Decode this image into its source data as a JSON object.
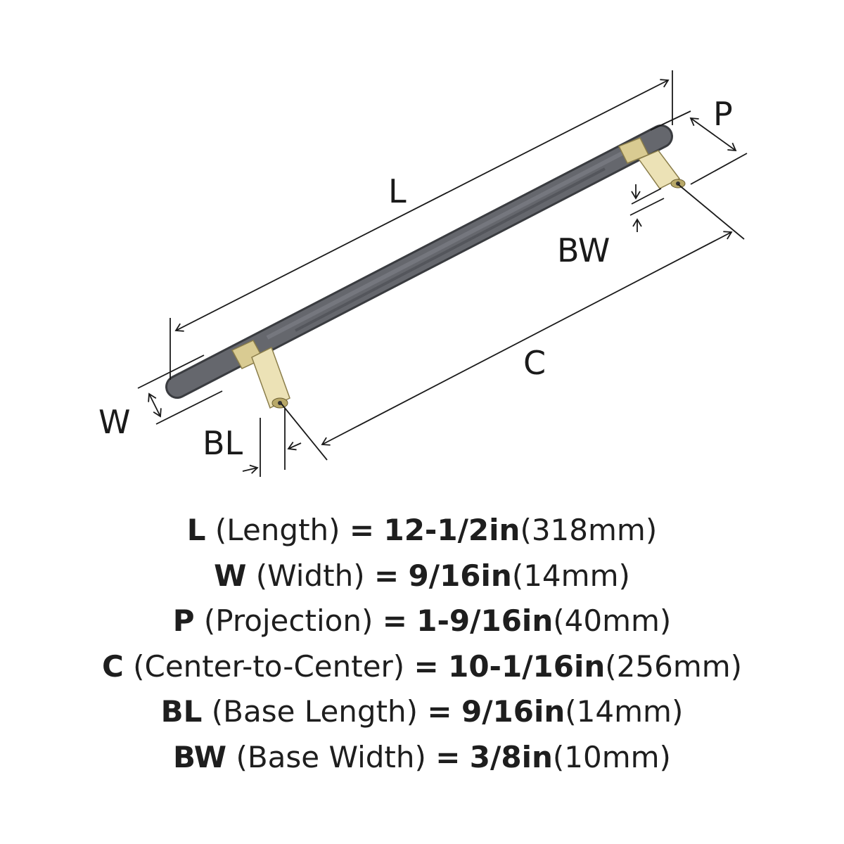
{
  "diagram": {
    "labels": {
      "L": "L",
      "W": "W",
      "P": "P",
      "C": "C",
      "BL": "BL",
      "BW": "BW"
    },
    "colors": {
      "handle": "#5b5d63",
      "base": "#e6d9a6",
      "line": "#1a1a1a"
    }
  },
  "specs": [
    {
      "key": "L",
      "name": "(Length)",
      "eq": "=",
      "imperial": "12-1/2in",
      "metric": "(318mm)"
    },
    {
      "key": "W",
      "name": "(Width)",
      "eq": "=",
      "imperial": "9/16in",
      "metric": "(14mm)"
    },
    {
      "key": "P",
      "name": "(Projection)",
      "eq": "=",
      "imperial": "1-9/16in",
      "metric": "(40mm)"
    },
    {
      "key": "C",
      "name": "(Center-to-Center)",
      "eq": "=",
      "imperial": "10-1/16in",
      "metric": "(256mm)"
    },
    {
      "key": "BL",
      "name": "(Base Length)",
      "eq": "=",
      "imperial": "9/16in",
      "metric": "(14mm)"
    },
    {
      "key": "BW",
      "name": "(Base Width)",
      "eq": "=",
      "imperial": "3/8in",
      "metric": "(10mm)"
    }
  ]
}
